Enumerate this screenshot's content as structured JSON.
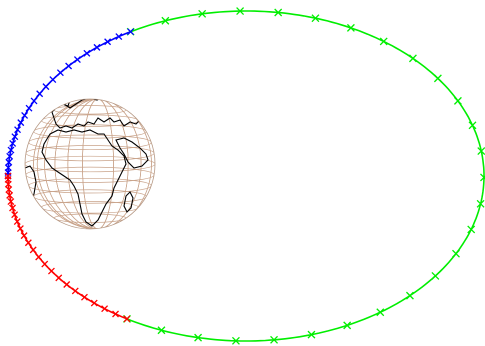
{
  "figure": {
    "background": "#ffffff",
    "earth": {
      "line_color": "#000000",
      "grid_color": "#c9a38a",
      "fill": "#ffffff"
    },
    "orbit": {
      "segments": [
        {
          "id": "segment-red",
          "color": "#ff0000",
          "marker": "cross"
        },
        {
          "id": "segment-blue",
          "color": "#0000ff",
          "marker": "cross"
        },
        {
          "id": "segment-green",
          "color": "#00ee00",
          "marker": "cross"
        }
      ]
    }
  }
}
